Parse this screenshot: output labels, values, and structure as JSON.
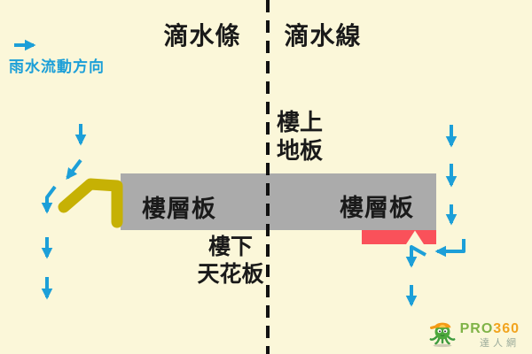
{
  "titles": {
    "left": "滴水條",
    "right": "滴水線"
  },
  "legend": {
    "flow_label": "雨水流動方向"
  },
  "labels": {
    "upper_floor": "樓上\n地板",
    "slab_left": "樓層板",
    "slab_right": "樓層板",
    "lower_floor": "樓下\n天花板"
  },
  "logo": {
    "brand_green": "PRO",
    "brand_orange": "360",
    "subtitle": "達人網"
  },
  "colors": {
    "background": "#FBF7D9",
    "arrow_blue": "#1C9FD8",
    "slab_gray": "#ABABAB",
    "drip_strip_yellow": "#C6B104",
    "drip_groove_red": "#FA515A",
    "divider_black": "#111111"
  }
}
